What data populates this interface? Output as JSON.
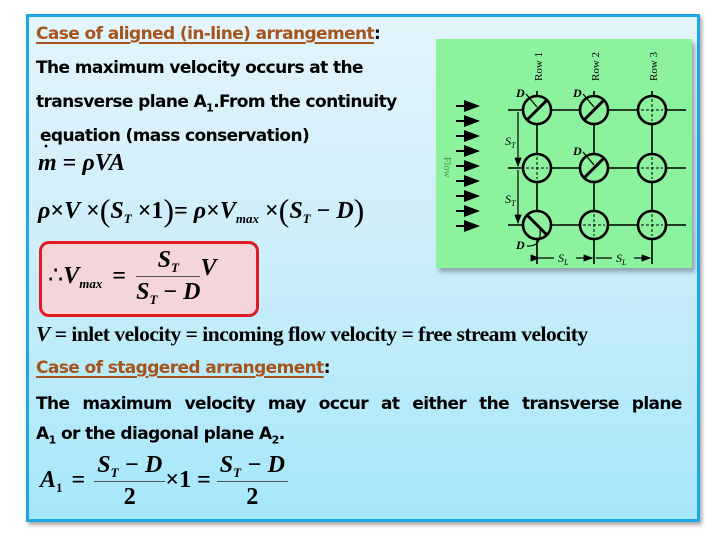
{
  "aligned": {
    "heading": "Case of aligned (in-line) arrangement",
    "colon": ":",
    "line1": "The maximum velocity occurs at the",
    "line2_pre": "transverse plane A",
    "line2_sub": "1",
    "line2_post": ".From the continuity",
    "line3": "equation (mass conservation)"
  },
  "equations": {
    "mass_flow": {
      "lhs": "m",
      "dot": "·",
      "eq": " = ",
      "rhs": "ρVA"
    },
    "continuity": {
      "rho1": "ρ",
      "times": "×",
      "V": "V",
      "ST": "S",
      "T": "T",
      "one": "1",
      "eq": "=",
      "rho2": "ρ",
      "Vmax": "V",
      "max": "max",
      "D": "D",
      "minus": "−"
    },
    "vmax": {
      "therefore": "∴",
      "V": "V",
      "max": "max",
      "eq": "=",
      "num_S": "S",
      "num_T": "T",
      "den_S": "S",
      "den_T": "T",
      "den_minus": " − ",
      "den_D": "D",
      "rhs_V": "V"
    },
    "a1": {
      "A": "A",
      "sub": "1",
      "eq": "=",
      "num1": "S",
      "num1_T": "T",
      "num1_rest": " − D",
      "den1": "2",
      "times_one": "×1",
      "num2": "S",
      "num2_T": "T",
      "num2_rest": " − D",
      "den2": "2"
    }
  },
  "definition": {
    "V": "V",
    "text": " = inlet velocity = incoming flow velocity = free stream velocity"
  },
  "staggered": {
    "heading": "Case of staggered arrangement",
    "colon": ":",
    "line1_words": [
      "The",
      "maximum",
      "velocity",
      "may",
      "occur",
      "at",
      "either",
      "the",
      "transverse",
      "plane"
    ],
    "line2_pre": "A",
    "line2_sub1": "1",
    "line2_mid": " or the diagonal plane A",
    "line2_sub2": "2",
    "line2_post": "."
  },
  "diagram": {
    "background": "#8cf29e",
    "flow_label": "Flow",
    "row_labels": [
      "Row 1",
      "Row 2",
      "Row 3"
    ],
    "diameter_label": "D",
    "transverse_pitch_label": "S_T",
    "longitudinal_pitch_label": "S_L",
    "arrow_count": 9,
    "tubes": [
      {
        "row": 1,
        "col": 1,
        "dimensioned": true
      },
      {
        "row": 1,
        "col": 2,
        "dimensioned": true
      },
      {
        "row": 1,
        "col": 3,
        "dimensioned": false
      },
      {
        "row": 2,
        "col": 1,
        "dimensioned": false
      },
      {
        "row": 2,
        "col": 2,
        "dimensioned": true
      },
      {
        "row": 2,
        "col": 3,
        "dimensioned": false
      },
      {
        "row": 3,
        "col": 1,
        "dimensioned": true
      },
      {
        "row": 3,
        "col": 2,
        "dimensioned": false
      },
      {
        "row": 3,
        "col": 3,
        "dimensioned": false
      }
    ]
  },
  "colors": {
    "frame_border": "#1ea7e4",
    "heading": "#a5541b",
    "box_border": "#e01b22",
    "box_fill": "#f4d6da"
  }
}
